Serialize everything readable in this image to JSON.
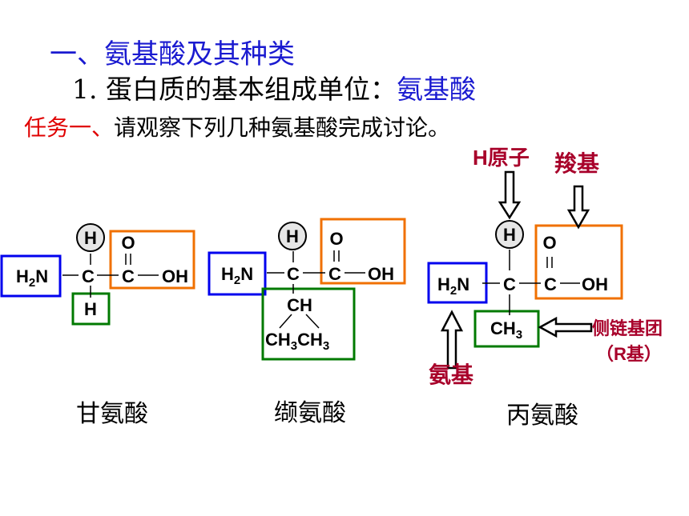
{
  "heading": "一、氨基酸及其种类",
  "subheading": {
    "prefix": "1. 蛋白质的基本组成单位：",
    "highlight": "氨基酸"
  },
  "task": {
    "label": "任务一、",
    "text": "请观察下列几种氨基酸完成讨论。"
  },
  "atoms": {
    "H": "H",
    "O": "O",
    "C": "C",
    "OH": "OH",
    "N": "N",
    "H2": "H",
    "sub2": "2",
    "CH": "CH",
    "CH3": "CH",
    "sub3": "3",
    "dbl": "="
  },
  "annotations": {
    "h_atom": "H原子",
    "carboxyl": "羧基",
    "amino": "氨基",
    "side_chain": "侧链基团",
    "r_group": "（R基）"
  },
  "captions": [
    "甘氨酸",
    "缬氨酸",
    "丙氨酸"
  ],
  "colors": {
    "amino_box": "#0000ee",
    "carboxyl_box": "#f07000",
    "r_box": "#007a00",
    "annotation": "#a8002a",
    "heading": "#1a1ad0",
    "task_label": "#e00000"
  }
}
